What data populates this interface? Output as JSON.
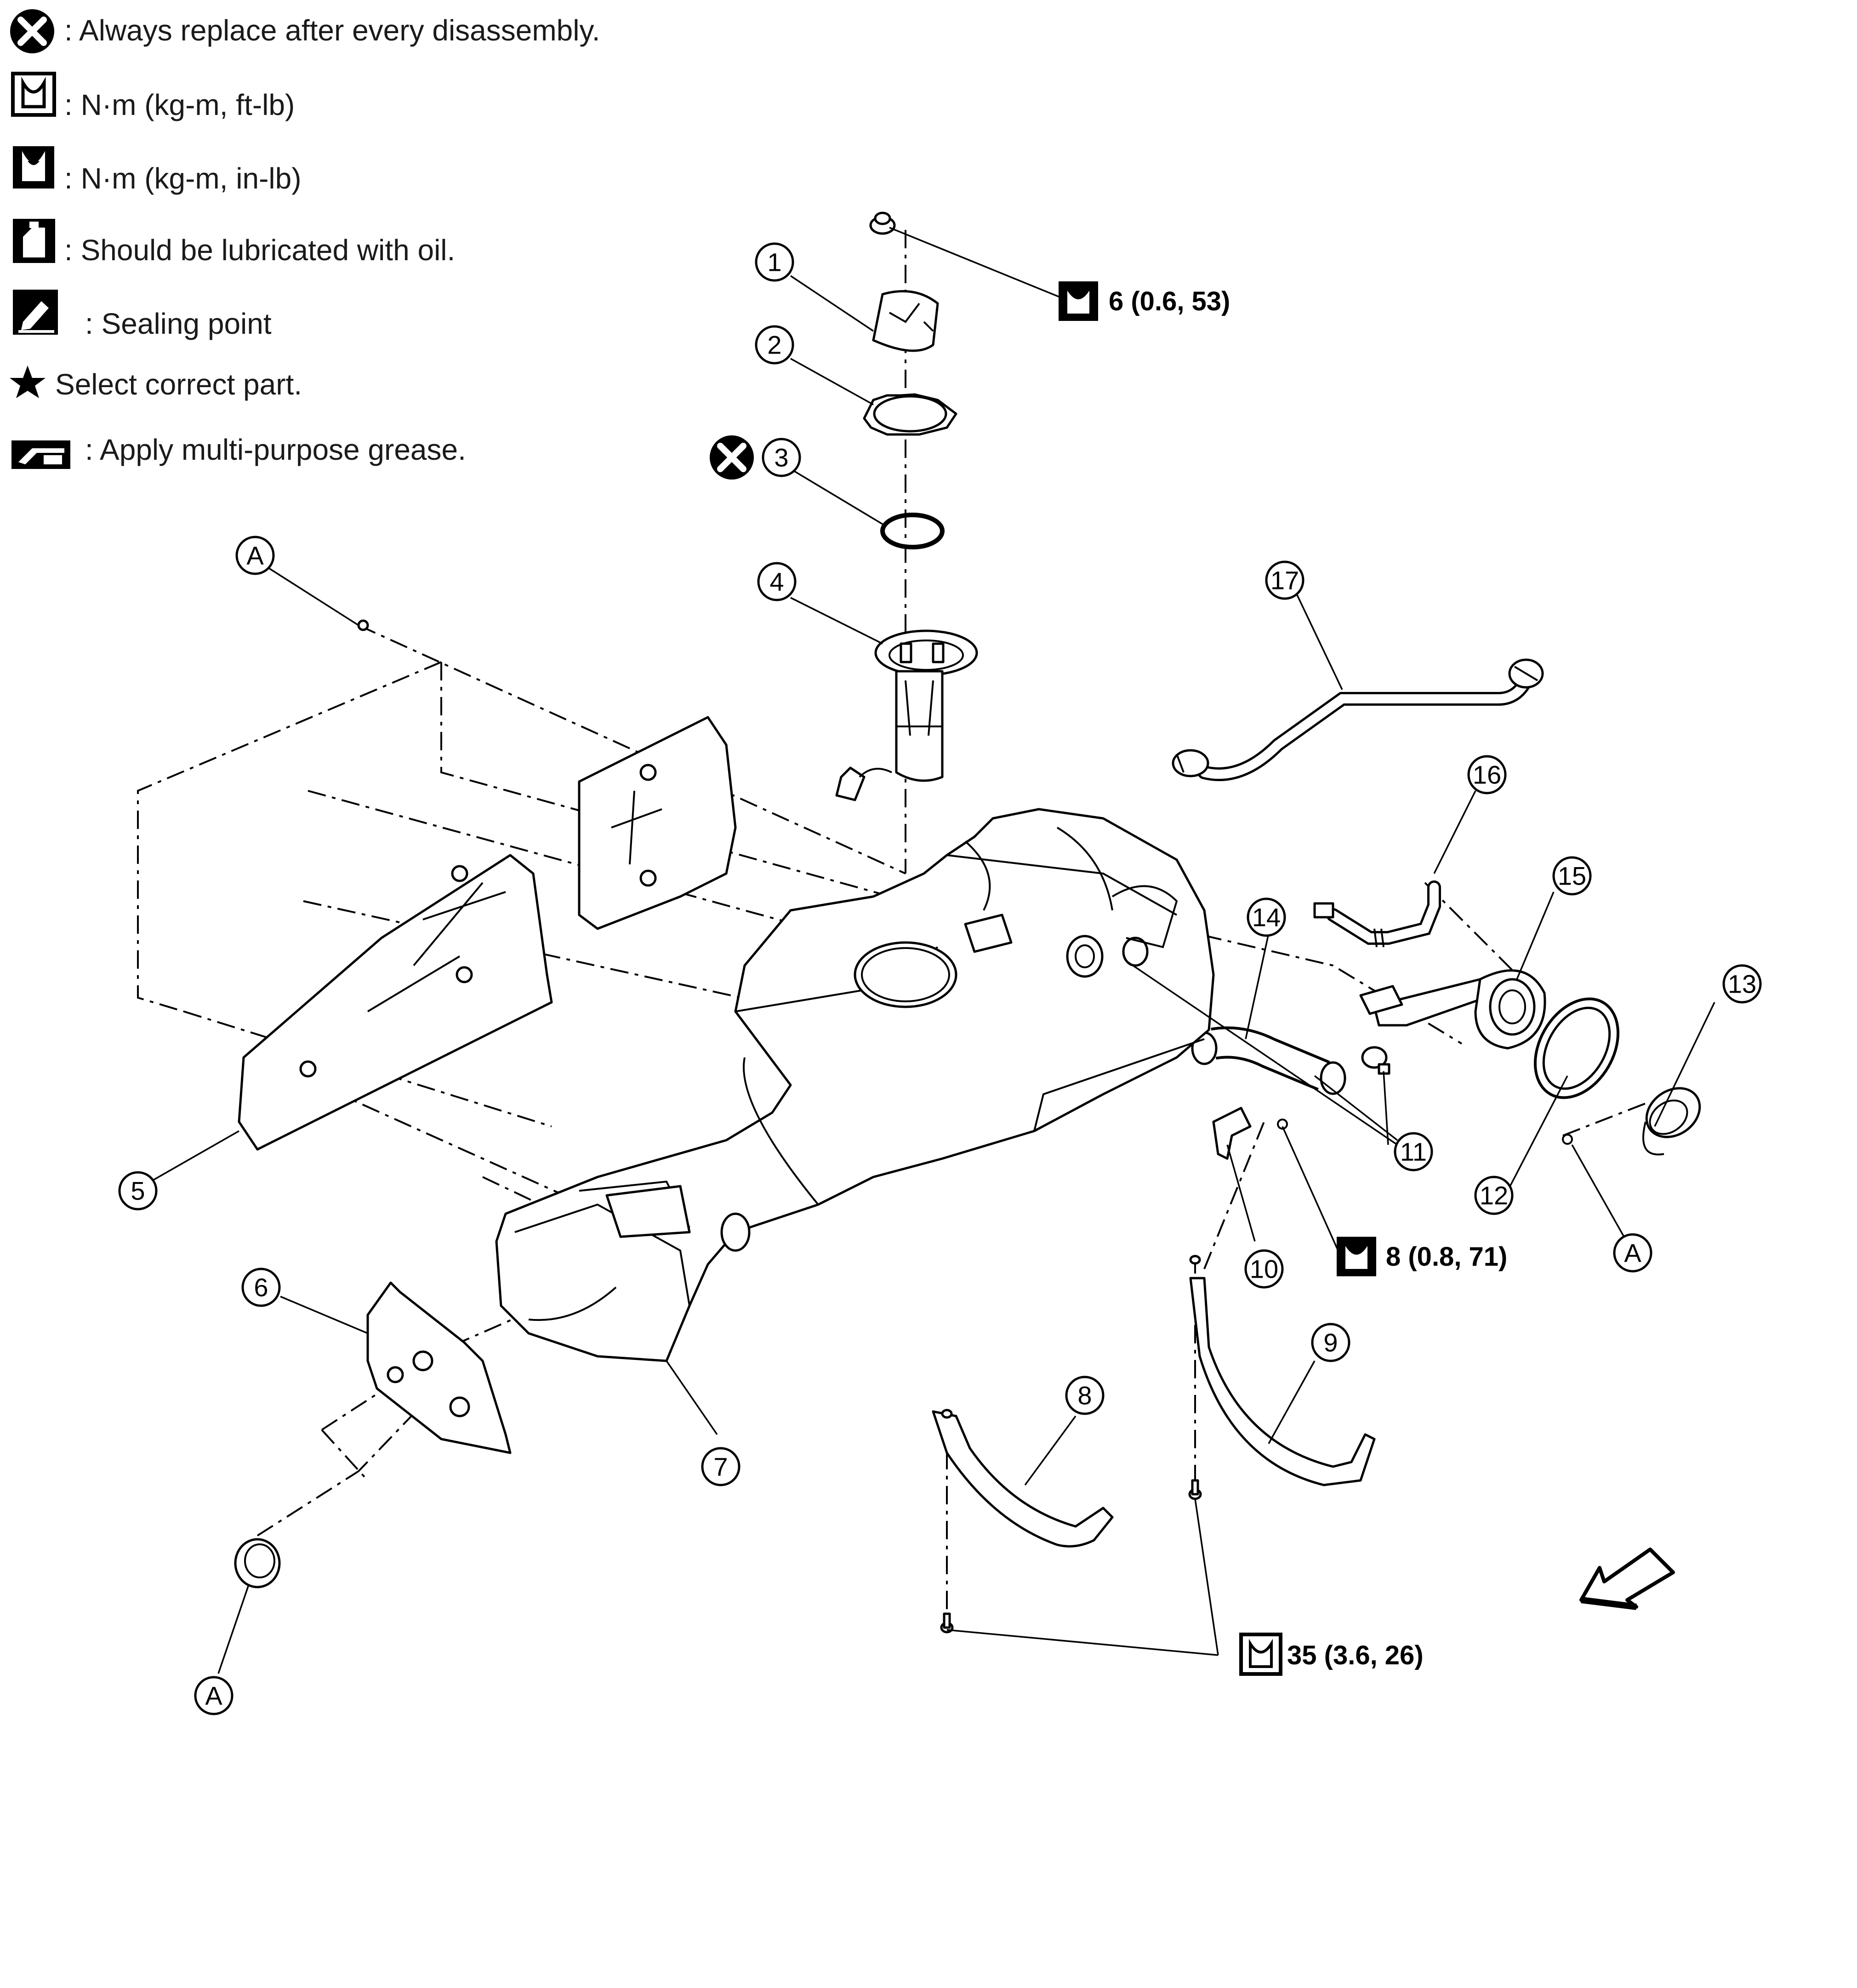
{
  "legend": [
    {
      "icon": "x-circle-icon",
      "text": ": Always replace after every disassembly."
    },
    {
      "icon": "torque-wrench-ft-lb-icon",
      "text": ": N·m (kg-m, ft-lb)"
    },
    {
      "icon": "torque-wrench-in-lb-icon",
      "text": ": N·m (kg-m, in-lb)"
    },
    {
      "icon": "oil-can-icon",
      "text": ": Should be lubricated with oil."
    },
    {
      "icon": "sealing-point-icon",
      "text": ": Sealing point"
    },
    {
      "icon": "star-icon",
      "text": "Select correct part."
    },
    {
      "icon": "grease-icon",
      "text": ": Apply multi-purpose grease."
    }
  ],
  "callouts": {
    "c1": "1",
    "c2": "2",
    "c3": "3",
    "c4": "4",
    "c5": "5",
    "c6": "6",
    "c7": "7",
    "c8": "8",
    "c9": "9",
    "c10": "10",
    "c11": "11",
    "c12": "12",
    "c13": "13",
    "c14": "14",
    "c15": "15",
    "c16": "16",
    "c17": "17",
    "a1": "A",
    "a2": "A",
    "a3": "A"
  },
  "torques": {
    "t1": "6 (0.6, 53)",
    "t2": "8 (0.8, 71)",
    "t3": "35 (3.6, 26)"
  },
  "front_symbol": "front-arrow-icon"
}
